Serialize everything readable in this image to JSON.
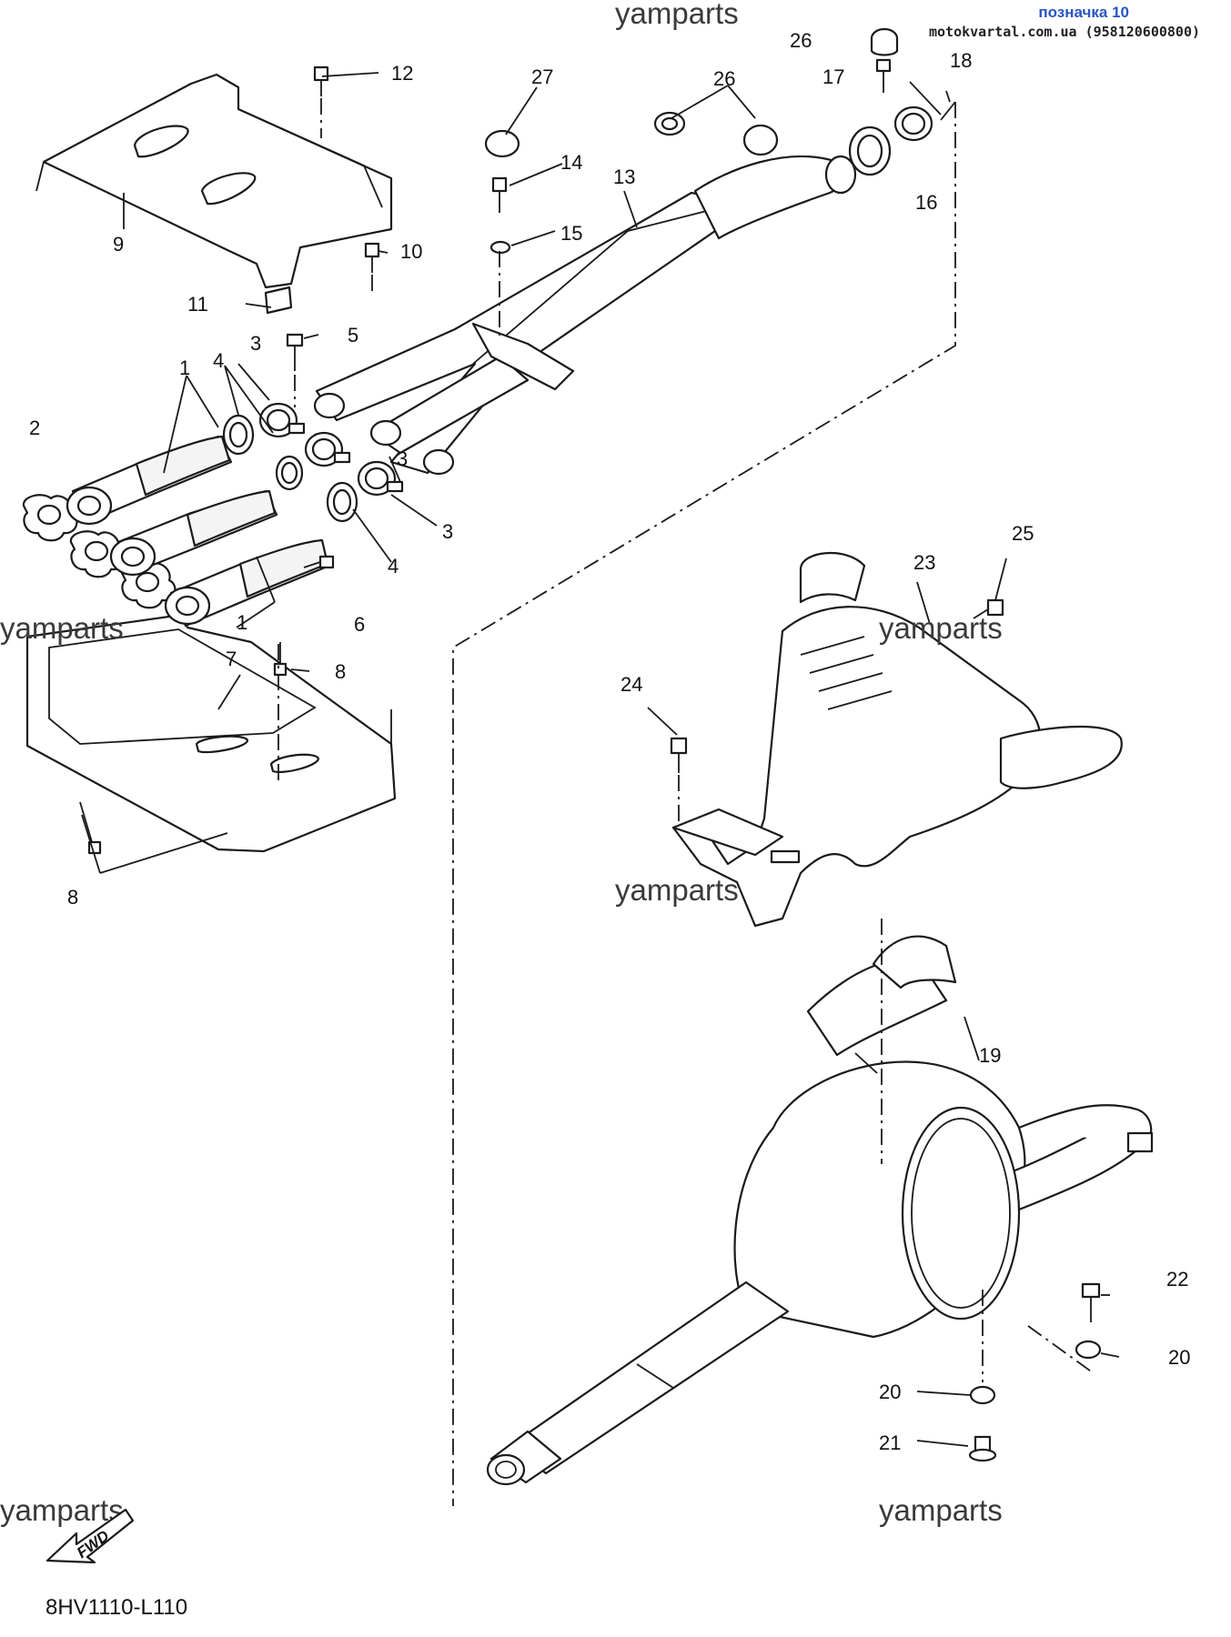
{
  "header": {
    "title": "позначка 10",
    "contact": "motokvartal.com.ua (958120600800)"
  },
  "watermark": "yamparts",
  "diagram_code": "8HV1110-L110",
  "fwd_label": "FWD",
  "callouts": {
    "c1": "1",
    "c2": "2",
    "c3": "3",
    "c4": "4",
    "c5": "5",
    "c6": "6",
    "c7": "7",
    "c8": "8",
    "c9": "9",
    "c10": "10",
    "c11": "11",
    "c12": "12",
    "c13": "13",
    "c14": "14",
    "c15": "15",
    "c16": "16",
    "c17": "17",
    "c18": "18",
    "c19": "19",
    "c20": "20",
    "c21": "21",
    "c22": "22",
    "c23": "23",
    "c24": "24",
    "c25": "25",
    "c26": "26",
    "c27": "27"
  }
}
